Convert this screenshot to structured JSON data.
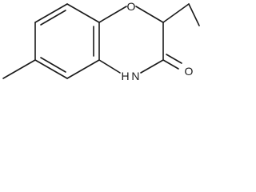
{
  "molecule": {
    "atoms": {
      "oxygen_ring": "O",
      "nitrogen_ring": "H N",
      "oxygen_carbonyl": "O"
    }
  },
  "colors": {
    "bond": "#1a1a1a",
    "background": "#ffffff"
  }
}
